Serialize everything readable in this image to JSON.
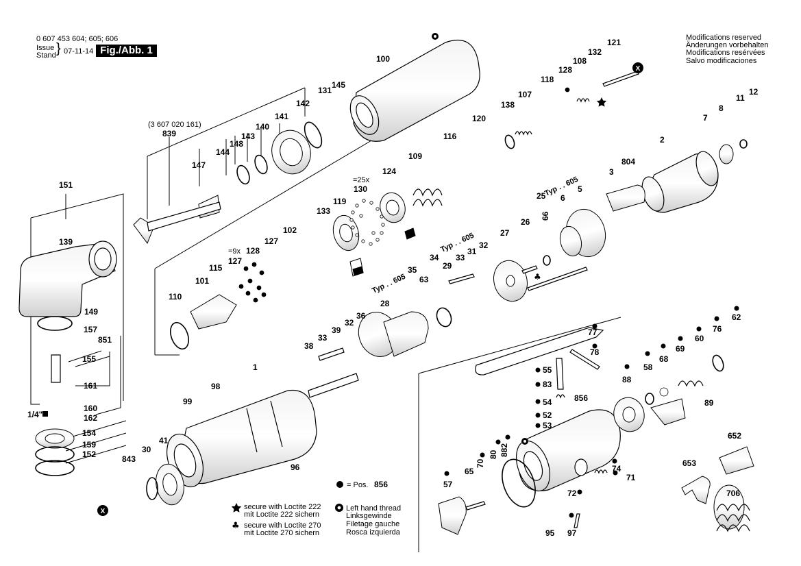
{
  "header": {
    "part_numbers": "0 607 453 604; 605; 606",
    "issue_label": "Issue",
    "stand_label": "Stand",
    "date": "07-11-14",
    "figure_label": "Fig./Abb. 1"
  },
  "modifications": {
    "en": "Modifications reserved",
    "de": "Änderungen vorbehalten",
    "fr": "Modifications resérvées",
    "es": "Salvo modificaciones"
  },
  "assembly_ref": "(3 607 020 161)",
  "typ_labels": {
    "a": "Typ . . 605",
    "b": "Typ . . 605",
    "c": "Typ . . 605"
  },
  "qty_labels": {
    "balls_25": "=25x",
    "balls_9": "=9x"
  },
  "dot_legend": {
    "text": "= Pos.",
    "ref": "856"
  },
  "loctite": {
    "l222_en": "secure with Loctite 222",
    "l222_de": "mit Loctite 222 sichern",
    "l270_en": "secure with Loctite 270",
    "l270_de": "mit Loctite 270 sichern"
  },
  "left_hand": {
    "en": "Left hand thread",
    "de": "Linksgewinde",
    "fr": "Filetage gauche",
    "es": "Rosca izquierda"
  },
  "drive_label": "1/4\"",
  "callouts": {
    "p1": "1",
    "p2": "2",
    "p3": "3",
    "p5": "5",
    "p6": "6",
    "p7": "7",
    "p8": "8",
    "p11": "11",
    "p12": "12",
    "p25": "25",
    "p26": "26",
    "p27": "27",
    "p28": "28",
    "p29": "29",
    "p30": "30",
    "p31": "31",
    "p32a": "32",
    "p32b": "32",
    "p33a": "33",
    "p33b": "33",
    "p34": "34",
    "p35": "35",
    "p36": "36",
    "p38": "38",
    "p39": "39",
    "p41": "41",
    "p52": "52",
    "p53": "53",
    "p54": "54",
    "p55": "55",
    "p57": "57",
    "p58": "58",
    "p60": "60",
    "p62": "62",
    "p63": "63",
    "p65": "65",
    "p66": "66",
    "p68": "68",
    "p69": "69",
    "p70": "70",
    "p71": "71",
    "p72": "72",
    "p74": "74",
    "p76": "76",
    "p77": "77",
    "p78": "78",
    "p80": "80",
    "p83": "83",
    "p88": "88",
    "p89": "89",
    "p95": "95",
    "p96": "96",
    "p97": "97",
    "p98": "98",
    "p99": "99",
    "p100": "100",
    "p101": "101",
    "p102": "102",
    "p107": "107",
    "p108": "108",
    "p109": "109",
    "p110": "110",
    "p115": "115",
    "p116": "116",
    "p118": "118",
    "p119": "119",
    "p120": "120",
    "p121": "121",
    "p124": "124",
    "p127a": "127",
    "p127b": "127",
    "p128a": "128",
    "p128b": "128",
    "p130": "130",
    "p131": "131",
    "p132": "132",
    "p133": "133",
    "p138": "138",
    "p139": "139",
    "p140": "140",
    "p141": "141",
    "p142": "142",
    "p143": "143",
    "p144": "144",
    "p145": "145",
    "p147": "147",
    "p148": "148",
    "p149": "149",
    "p151": "151",
    "p152": "152",
    "p154": "154",
    "p155": "155",
    "p157": "157",
    "p159": "159",
    "p160": "160",
    "p161": "161",
    "p162": "162",
    "p652": "652",
    "p653": "653",
    "p706": "706",
    "p804": "804",
    "p839": "839",
    "p843": "843",
    "p851": "851",
    "p856": "856",
    "p882": "882"
  }
}
